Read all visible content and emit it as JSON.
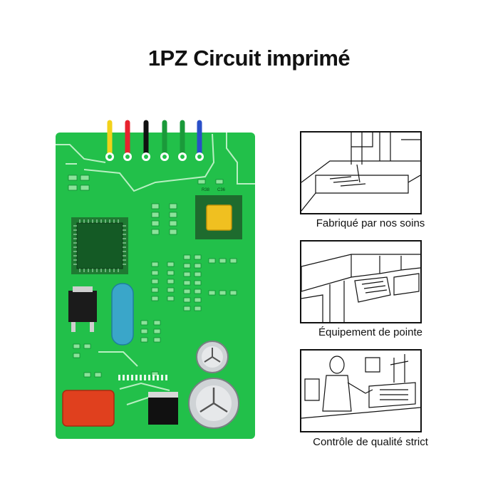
{
  "title": "1PZ Circuit imprimé",
  "board": {
    "labels": [
      "R38",
      "C36"
    ],
    "wire_colors": [
      "#f2d21a",
      "#e8232e",
      "#111111",
      "#1a9a3a",
      "#1a9a3a",
      "#2a4fc8"
    ],
    "pcb_color": "#22c04a"
  },
  "features": [
    {
      "caption": "Fabriqué par nos soins",
      "icon": "milling-machine-illustration"
    },
    {
      "caption": "Équipement de pointe",
      "icon": "production-line-illustration"
    },
    {
      "caption": "Contrôle de qualité strict",
      "icon": "lab-technician-illustration"
    }
  ]
}
